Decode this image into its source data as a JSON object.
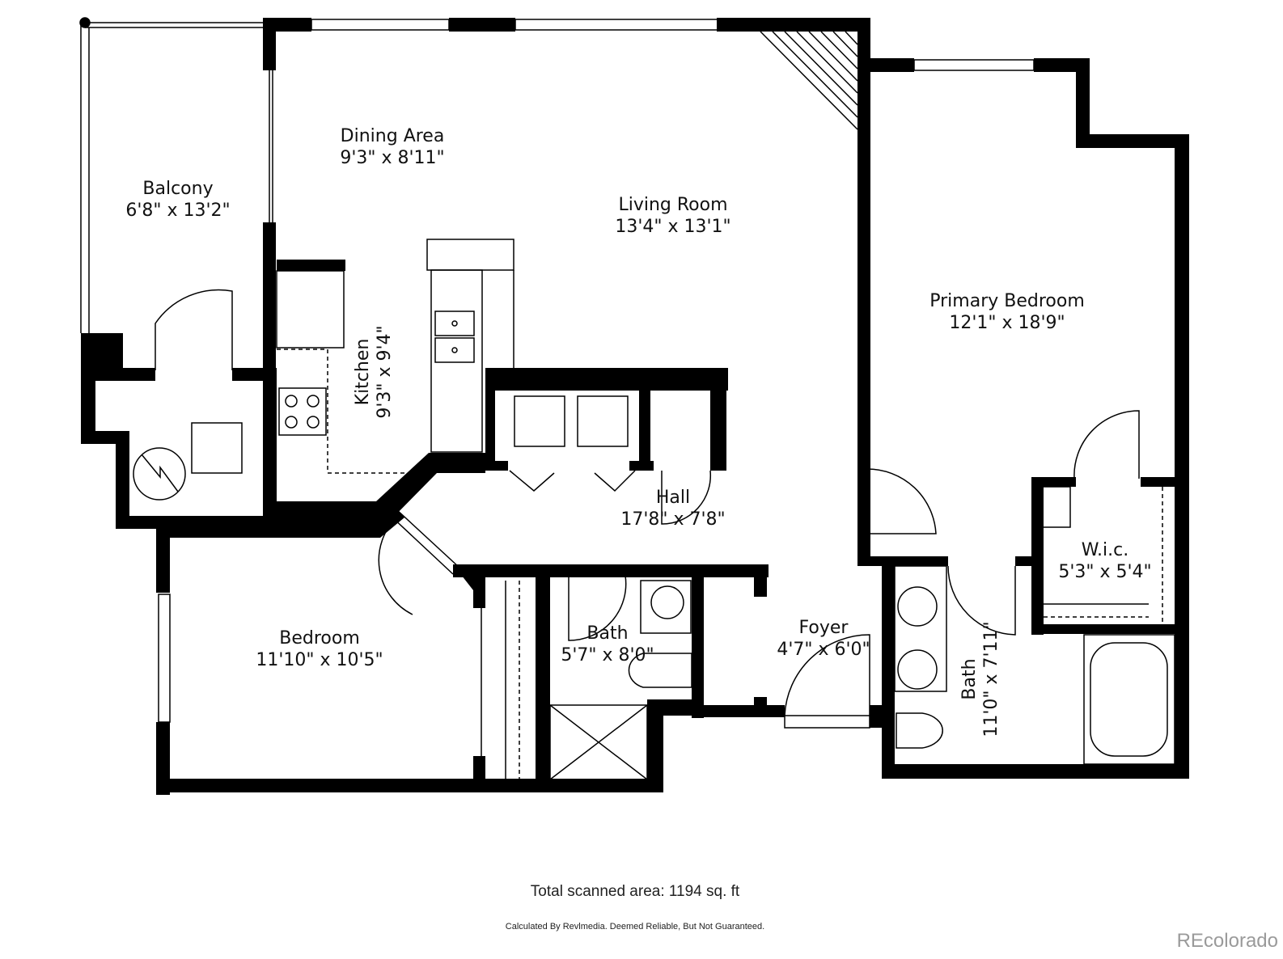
{
  "rooms": {
    "balcony": {
      "name": "Balcony",
      "dims": "6'8\" x 13'2\""
    },
    "dining": {
      "name": "Dining Area",
      "dims": "9'3\" x 8'11\""
    },
    "living": {
      "name": "Living Room",
      "dims": "13'4\" x 13'1\""
    },
    "kitchen": {
      "name": "Kitchen",
      "dims": "9'3\" x 9'4\""
    },
    "primary_bedroom": {
      "name": "Primary Bedroom",
      "dims": "12'1\" x 18'9\""
    },
    "hall": {
      "name": "Hall",
      "dims": "17'8\" x 7'8\""
    },
    "wic": {
      "name": "W.i.c.",
      "dims": "5'3\" x 5'4\""
    },
    "bedroom": {
      "name": "Bedroom",
      "dims": "11'10\" x 10'5\""
    },
    "bath": {
      "name": "Bath",
      "dims": "5'7\" x 8'0\""
    },
    "foyer": {
      "name": "Foyer",
      "dims": "4'7\" x 6'0\""
    },
    "primary_bath": {
      "name": "Bath",
      "dims": "11'0\" x 7'11\""
    }
  },
  "footer": {
    "total_area": "Total scanned area: 1194 sq. ft",
    "disclaimer": "Calculated By Revlmedia. Deemed Reliable, But Not Guaranteed.",
    "brand": "REcolorado"
  },
  "colors": {
    "wall": "#000000",
    "background": "#ffffff",
    "brand": "#9a9a9a"
  }
}
